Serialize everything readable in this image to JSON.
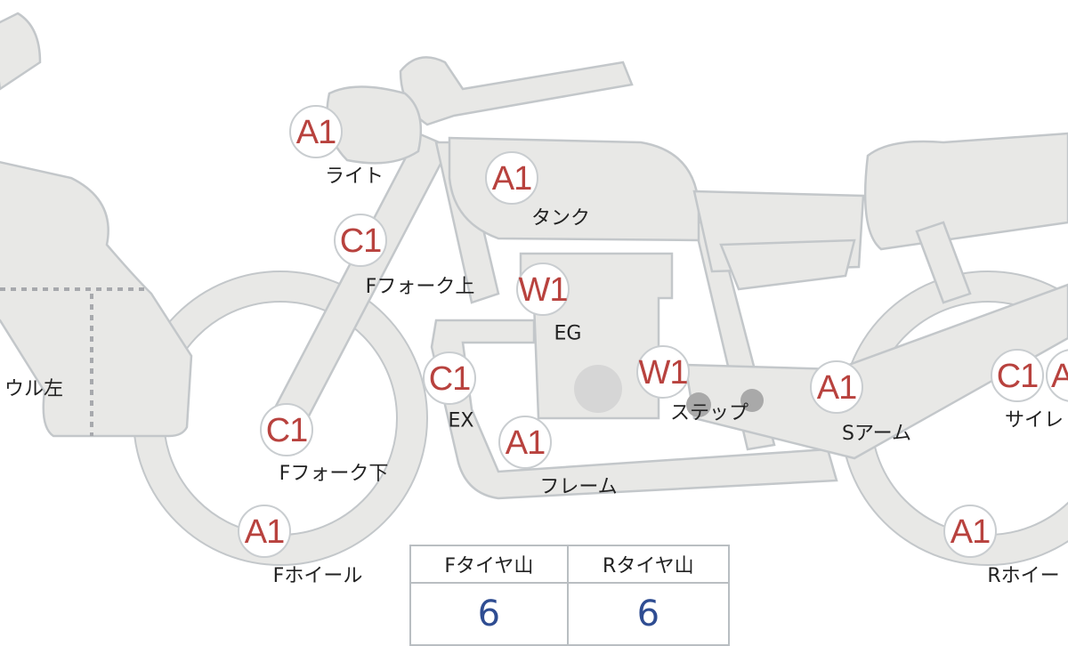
{
  "markers": [
    {
      "id": "light",
      "grade": "A1",
      "label": "ライト"
    },
    {
      "id": "tank",
      "grade": "A1",
      "label": "タンク"
    },
    {
      "id": "ffork-upper",
      "grade": "C1",
      "label": "Fフォーク上"
    },
    {
      "id": "engine",
      "grade": "W1",
      "label": "EG"
    },
    {
      "id": "exhaust",
      "grade": "C1",
      "label": "EX"
    },
    {
      "id": "step",
      "grade": "W1",
      "label": "ステップ"
    },
    {
      "id": "swingarm",
      "grade": "A1",
      "label": "Sアーム"
    },
    {
      "id": "silencer",
      "grade": "C1",
      "label": "サイレ"
    },
    {
      "id": "ffork-lower",
      "grade": "C1",
      "label": "Fフォーク下"
    },
    {
      "id": "frame",
      "grade": "A1",
      "label": "フレーム"
    },
    {
      "id": "fwheel",
      "grade": "A1",
      "label": "Fホイール"
    },
    {
      "id": "rwheel",
      "grade": "A1",
      "label": "Rホイー"
    },
    {
      "id": "cut-right",
      "grade": "A",
      "label": ""
    }
  ],
  "cowl_label": "ウル左",
  "tire_table": {
    "headers": [
      "Fタイヤ山",
      "Rタイヤ山"
    ],
    "values": [
      "6",
      "6"
    ]
  },
  "colors": {
    "grade": "#b8423e",
    "value": "#2f4d92",
    "body": "#e8e8e6"
  }
}
